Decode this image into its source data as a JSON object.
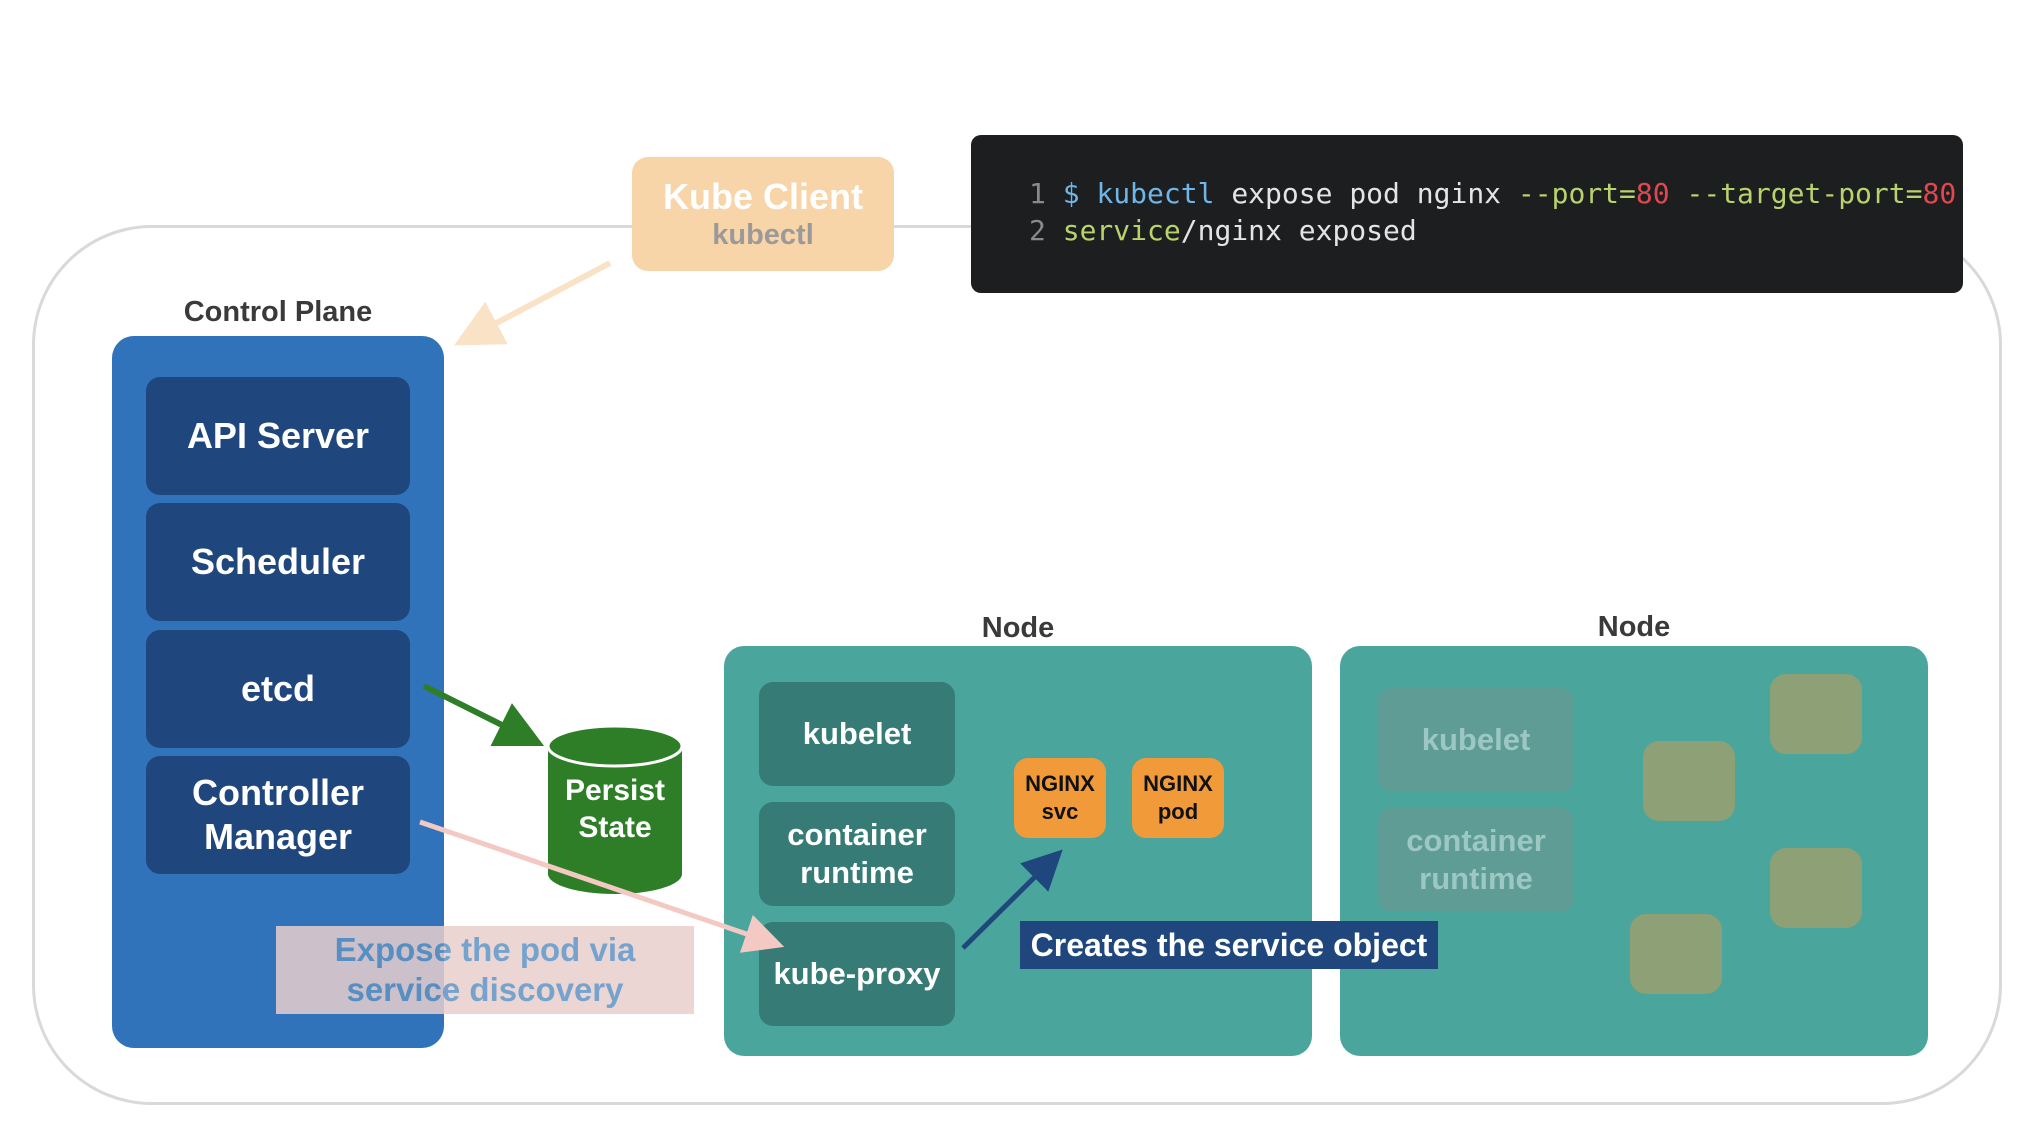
{
  "kube_client": {
    "title": "Kube Client",
    "subtitle": "kubectl"
  },
  "terminal": {
    "line1": {
      "num": "1",
      "prompt": "$",
      "cmd": "kubectl",
      "args": "expose pod nginx",
      "flag1": "--port=",
      "val1": "80",
      "flag2": "--target-port=",
      "val2": "80"
    },
    "line2": {
      "num": "2",
      "svc": "service",
      "rest": "/nginx exposed"
    }
  },
  "control_plane": {
    "label": "Control Plane",
    "components": [
      "API Server",
      "Scheduler",
      "etcd",
      "Controller Manager"
    ]
  },
  "persist_state": "Persist State",
  "nodes": [
    {
      "label": "Node",
      "components": [
        "kubelet",
        "container runtime",
        "kube-proxy"
      ],
      "pods": [
        {
          "line1": "NGINX",
          "line2": "svc"
        },
        {
          "line1": "NGINX",
          "line2": "pod"
        }
      ]
    },
    {
      "label": "Node",
      "components": [
        "kubelet",
        "container runtime"
      ]
    }
  ],
  "annotations": {
    "expose": "Expose the pod via service discovery",
    "creates": "Creates the service object"
  },
  "colors": {
    "control_plane": "#3173ba",
    "component": "#1f477d",
    "node": "#4aa59c",
    "node_component": "#367b76",
    "nginx": "#f19a39",
    "persist": "#2e7d27",
    "terminal": "#1d1e1f"
  }
}
